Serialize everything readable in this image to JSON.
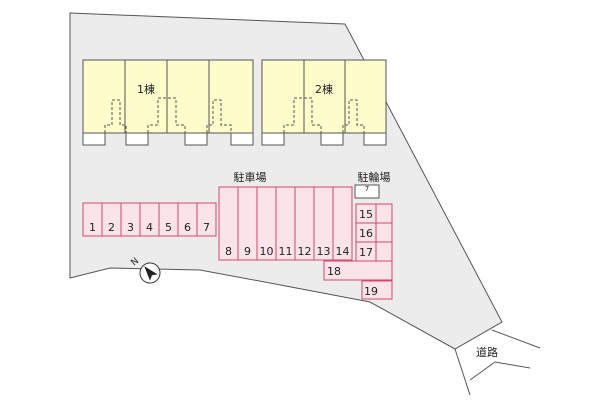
{
  "site": {
    "lot_color": "#ececec",
    "lot_border": "#555555"
  },
  "buildings": [
    {
      "label": "1棟",
      "fill": "#fdfdcc"
    },
    {
      "label": "2棟",
      "fill": "#fdfdcc"
    }
  ],
  "parking": {
    "label": "駐車場",
    "slot_color": "#fbe3ea",
    "slot_border": "#d24a6b",
    "left_row": [
      "1",
      "2",
      "3",
      "4",
      "5",
      "6",
      "7"
    ],
    "mid_row": [
      "8",
      "9",
      "10",
      "11",
      "12",
      "13",
      "14"
    ],
    "right_column": [
      "15",
      "16",
      "17"
    ],
    "wide_slot": "18",
    "bottom_slot": "19"
  },
  "bicycle_parking": {
    "label": "駐輪場",
    "box_label": "7"
  },
  "road": {
    "label": "道路"
  },
  "compass": {
    "label": "N",
    "icon": "north-arrow-icon"
  }
}
